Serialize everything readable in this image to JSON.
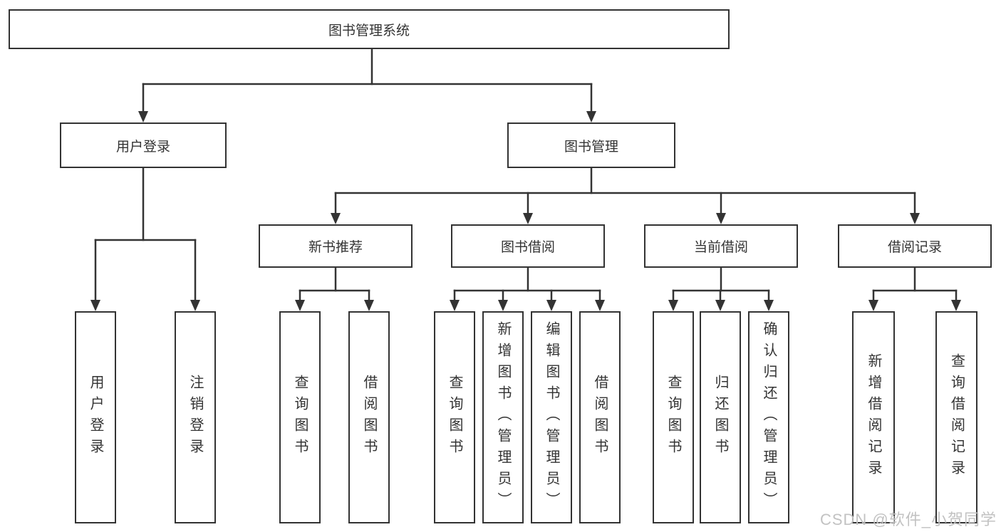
{
  "tree": {
    "root": "图书管理系统",
    "user_login": {
      "label": "用户登录",
      "children": [
        "用户登录",
        "注销登录"
      ]
    },
    "book_mgmt": {
      "label": "图书管理",
      "sections": [
        {
          "label": "新书推荐",
          "children": [
            "查询图书",
            "借阅图书"
          ]
        },
        {
          "label": "图书借阅",
          "children": [
            "查询图书",
            "新增图书（管理员）",
            "编辑图书（管理员）",
            "借阅图书"
          ]
        },
        {
          "label": "当前借阅",
          "children": [
            "查询图书",
            "归还图书",
            "确认归还（管理员）"
          ]
        },
        {
          "label": "借阅记录",
          "children": [
            "新增借阅记录",
            "查询借阅记录"
          ]
        }
      ]
    }
  },
  "watermark": "CSDN @软件_小贺同学",
  "colors": {
    "line": "#333333",
    "text": "#333333",
    "watermark": "#c2c2c2",
    "background": "#ffffff"
  }
}
